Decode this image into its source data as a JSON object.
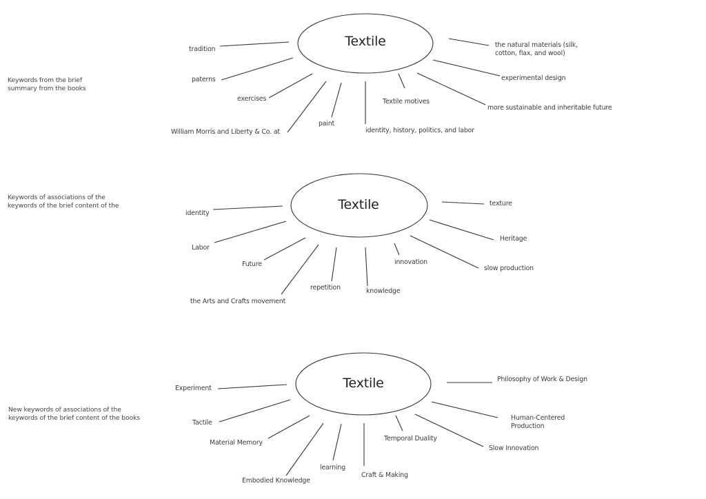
{
  "diagrams": [
    {
      "title": "Keywords from the brief\nsummary from the books",
      "center": "Textile",
      "nodes": [
        {
          "label": "tradition"
        },
        {
          "label": "paterns"
        },
        {
          "label": "exercises"
        },
        {
          "label": "William Morris and Liberty & Co. at"
        },
        {
          "label": "paint"
        },
        {
          "label": "identity, history, politics, and labor"
        },
        {
          "label": "Textile motives"
        },
        {
          "label": "more sustainable and inheritable future"
        },
        {
          "label": "experimental design"
        },
        {
          "label": "the natural materials (silk,\ncotton, flax, and wool)"
        }
      ]
    },
    {
      "title": "Keywords of associations of the\nkeywords of the brief content of the",
      "center": "Textile",
      "nodes": [
        {
          "label": "identity"
        },
        {
          "label": "Labor"
        },
        {
          "label": "Future"
        },
        {
          "label": "the Arts and Crafts movement"
        },
        {
          "label": "repetition"
        },
        {
          "label": "knowledge"
        },
        {
          "label": "innovation"
        },
        {
          "label": "slow production"
        },
        {
          "label": "Heritage"
        },
        {
          "label": "texture"
        }
      ]
    },
    {
      "title": "New keywords of associations of the\nkeywords of the brief content of the books",
      "center": "Textile",
      "nodes": [
        {
          "label": "Experiment"
        },
        {
          "label": "Tactile"
        },
        {
          "label": "Material Memory"
        },
        {
          "label": "Embodied Knowledge"
        },
        {
          "label": "learning"
        },
        {
          "label": "Craft & Making"
        },
        {
          "label": "Temporal Duality"
        },
        {
          "label": "Slow Innovation"
        },
        {
          "label": "Human-Centered\nProduction"
        },
        {
          "label": "Philosophy of Work & Design"
        }
      ]
    }
  ]
}
